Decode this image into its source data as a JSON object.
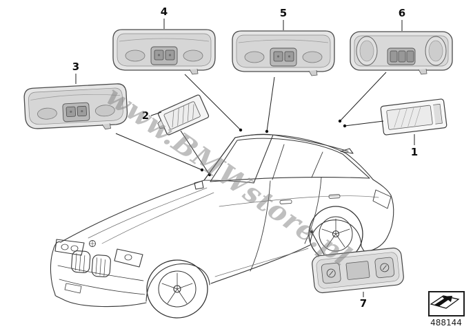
{
  "watermark": {
    "text": "www.BMWstore.pl"
  },
  "callouts": {
    "n1": "1",
    "n2": "2",
    "n3": "3",
    "n4": "4",
    "n5": "5",
    "n6": "6",
    "n7": "7"
  },
  "footer": {
    "part_number": "488144"
  },
  "colors": {
    "line": "#383838",
    "unit_fill": "#e5e5e5",
    "unit_inner": "#d6d6d6",
    "watermark_gray": "#808080"
  }
}
